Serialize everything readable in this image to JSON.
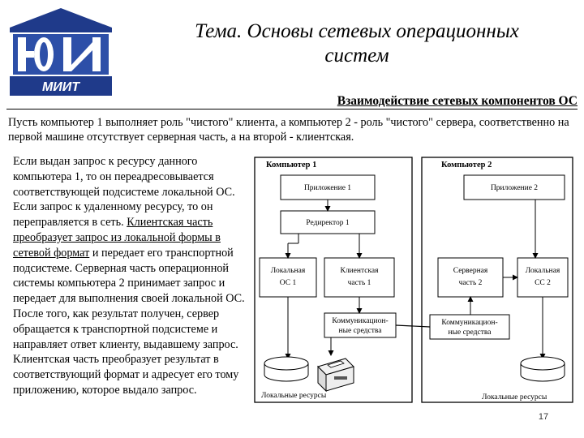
{
  "logo": {
    "monogram": "ЮИ",
    "name": "МИИТ",
    "icon": "university-logo-icon"
  },
  "slide": {
    "title": "Тема. Основы сетевых операционных систем",
    "subtitle": "Взаимодействие сетевых компонентов ОС",
    "intro": "Пусть компьютер 1 выполняет роль \"чистого\" клиента, а компьютер 2 - роль \"чистого\" сервера, соответственно на первой машине отсутствует серверная часть, а на второй - клиентская.",
    "body_before": "Если выдан запрос к ресурсу данного компьютера 1, то он переадресовывается соответствующей подсистеме локальной ОС. Если запрос к удаленному ресурсу, то он переправляется в сеть. ",
    "body_underlined": "Клиентская часть преобразует запрос из локальной формы в сетевой формат",
    "body_after": " и передает его транспортной подсистеме. Серверная часть операционной системы компьютера 2 принимает запрос и передает для выполнения своей локальной ОС. После того, как результат получен, сервер обращается к транспортной подсистеме и направляет ответ клиенту, выдавшему запрос. Клиентская часть преобразует результат в соответствующий формат и адресует его тому приложению, которое выдало запрос.",
    "page_number": "17"
  },
  "diagram": {
    "computer1": "Компьютер 1",
    "computer2": "Компьютер 2",
    "app1": "Приложение 1",
    "app2": "Приложение 2",
    "redirector": "Редиректор 1",
    "local_os1_line1": "Локальная",
    "local_os1_line2": "ОС 1",
    "client_line1": "Клиентская",
    "client_line2": "часть 1",
    "server_line1": "Серверная",
    "server_line2": "часть 2",
    "local_os2_line1": "Локальная",
    "local_os2_line2": "СС 2",
    "comm1_line1": "Коммуникацион-",
    "comm1_line2": "ные средства",
    "comm2_line1": "Коммуникацион-",
    "comm2_line2": "ные средства",
    "local_res1": "Локальные ресурсы",
    "local_res2": "Локальные ресурсы"
  }
}
